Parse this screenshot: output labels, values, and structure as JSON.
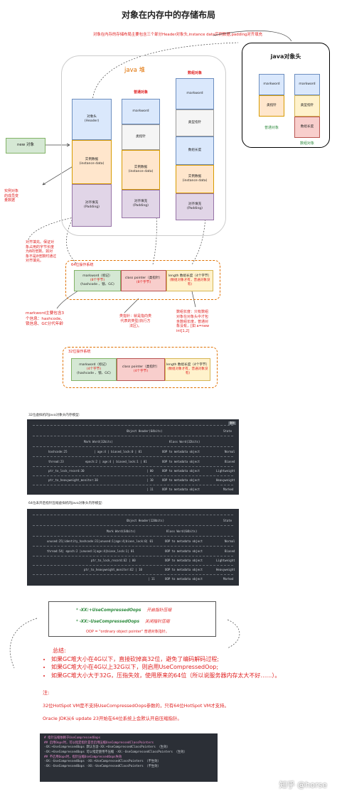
{
  "title": "对象在内存中的存储布局",
  "intro": "对象在内存的存储布局主要包含三个部分Header对象头,instance data实例数据,padding对齐填充",
  "heap": {
    "title": "java 堆",
    "col1": {
      "header": [
        "对象头",
        "(Header)"
      ],
      "instance": [
        "实例数据",
        "(instance data)"
      ],
      "padding": [
        "对齐填充",
        "(Padding)"
      ]
    },
    "col2": {
      "label": "普通对象",
      "markword": "markword",
      "klass": "类指针",
      "instance": [
        "实例数据",
        "(instance data)"
      ],
      "padding": [
        "对齐填充",
        "(Padding)"
      ]
    },
    "col3": {
      "label": "数组对象",
      "markword": "markword",
      "klass": "类型指针",
      "length": "数组长度",
      "instance": [
        "实例数据",
        "(instance data)"
      ],
      "padding": [
        "对齐填充",
        "(Padding)"
      ]
    }
  },
  "new_object": "new 对象",
  "java_header": {
    "title": "java对象头",
    "normal": {
      "markword": "markword",
      "klass": "类指针",
      "label": "普通对象"
    },
    "array": {
      "markword": "markword",
      "klass": "类型指针",
      "length": "数组长度",
      "label": "数组对象"
    }
  },
  "notes": {
    "instance_note": [
      "实例对象",
      "的成员变",
      "量数据"
    ],
    "padding_note": [
      "对齐填充。保证对",
      "象占用的字节长度",
      "为8的倍数。如对",
      "象不是8倍数时通过",
      "对齐填充。"
    ],
    "markword_note": [
      "markword主要包含3",
      "个信息：hashcode、",
      "锁信息、GC分代年龄"
    ],
    "klass_note": [
      "类指针：就是指向类",
      "代表的类型(执行方",
      "法区)。"
    ],
    "length_note": [
      "数组长度：只有数组",
      "对象在对象头中才包",
      "含数组长度，普通对",
      "象没有，[如 a=new",
      "int[1,2]"
    ]
  },
  "bit64": {
    "label": "64位操作系统",
    "markword": [
      "markword（标记）",
      "(8个字节)",
      "(hashcode 、锁、GC)"
    ],
    "klass": [
      "class pointer（类指针）",
      "(8个字节)"
    ],
    "length": [
      "length 数组长度（4个字节）",
      "(数组对象才有，普通对象没",
      "有)"
    ]
  },
  "bit32": {
    "label": "32位操作系统",
    "markword": [
      "markword（标记）",
      "(4个字节)",
      "(hashcode 、锁、GC)"
    ],
    "klass": [
      "class pointer（类指针）",
      "(4个字节)"
    ],
    "length": [
      "length 数组长度（4个字节）",
      "(数组对象才有，普通对象没",
      "有)"
    ]
  },
  "table32": {
    "caption": "32位虚拟机的Java对象头内存模型:",
    "badge": "复制",
    "h1": [
      "Object Header(64bits)",
      "State"
    ],
    "h2": [
      "Mark Word(32bits)",
      "Klass Word(32bits)"
    ],
    "rows": [
      [
        "hashcode:25",
        "| age:4 | biased_lock:0 | 01",
        "OOP to metadata object",
        "Normal"
      ],
      [
        "thread:23",
        "epoch:2 | age:4 | biased_lock:1 | 01",
        "OOP to metadata object",
        "Biased"
      ],
      [
        "ptr_to_lock_record:30",
        "| 00",
        "OOP to metadata object",
        "Lightweight"
      ],
      [
        "ptr_to_heavyweight_monitor:30",
        "| 10",
        "OOP to metadata object",
        "Heavyweight"
      ],
      [
        "",
        "| 11",
        "OOP to metadata object",
        "Marked"
      ]
    ]
  },
  "table64": {
    "caption": "64位未开启指针压缩虚拟机的Java对象头内存模型:",
    "h1": [
      "Object Header(128bits)",
      "State"
    ],
    "h2": [
      "Mark Word(64bits)",
      "Klass Word(64bits)"
    ],
    "rows": [
      [
        "unused:25|identity_hashcode:31|unused:1|age:4|biase_lock:0| 01",
        "OOP to metadata object",
        "Normal"
      ],
      [
        "thread:54|     epoch:2     |unused:1|age:4|biase_lock:1| 01",
        "OOP to metadata object",
        "Biased"
      ],
      [
        "ptr_to_lock_record:62          | 00",
        "OOP to metadata object",
        "Lightweight"
      ],
      [
        "ptr_to_heavyweight_monitor:62          | 10",
        "OOP to metadata object",
        "Heavyweight"
      ],
      [
        "| 11",
        "OOP to metadata object",
        "Marked"
      ]
    ]
  },
  "options": {
    "on": "-XX:+UseCompressedOops",
    "on_desc": "开启指针压缩",
    "off": "-XX:-UseCompressedOops",
    "off_desc": "关闭指针压缩",
    "oop": "OOP = \"ordinary object pointer\" 普通对象指针。",
    "star": "*"
  },
  "summary": {
    "title": "总结:",
    "items": [
      "如果GC堆大小在4G以下，直接砍掉高32位，避免了编码解码过程;",
      "如果GC堆大小在4G以上32G以下，则启用UseCompressedOop;",
      "如果GC堆大小大于32G，压指失效，使用原来的64位（所以说服务器内存太大不好……）。"
    ],
    "note_title": "注:",
    "note1": "32位HotSpot VM是不支持UseCompressedOops参数的，只有64位HotSpot VM才支持。",
    "note2": "Oracle JDK从6 update 23开始在64位系统上会默认开启压缩指针。"
  },
  "code": [
    "# 指针压缩依赖于UseCompressedOops",
    "## 启用Oops时，可以指定指针是否启用压缩UseCompressedClassPointers",
    "-XX:+UseCompressedOops 默认包含-XX:+UseCompressedClassPointers （生效）",
    "-XX:+UseCompressedOops 可以指定使用不压缩 -XX:-UseCompressedClassPointers （生效）",
    "## 不启用Oops时，指针压缩UseCompressedOops失效",
    "-XX:-UseCompressedOops -XX:+UseCompressedClassPointers （不生效）",
    "-XX:-UseCompressedOops -XX:-UseCompressedClassPointers （不生效）"
  ],
  "watermark": "知乎 @horse"
}
